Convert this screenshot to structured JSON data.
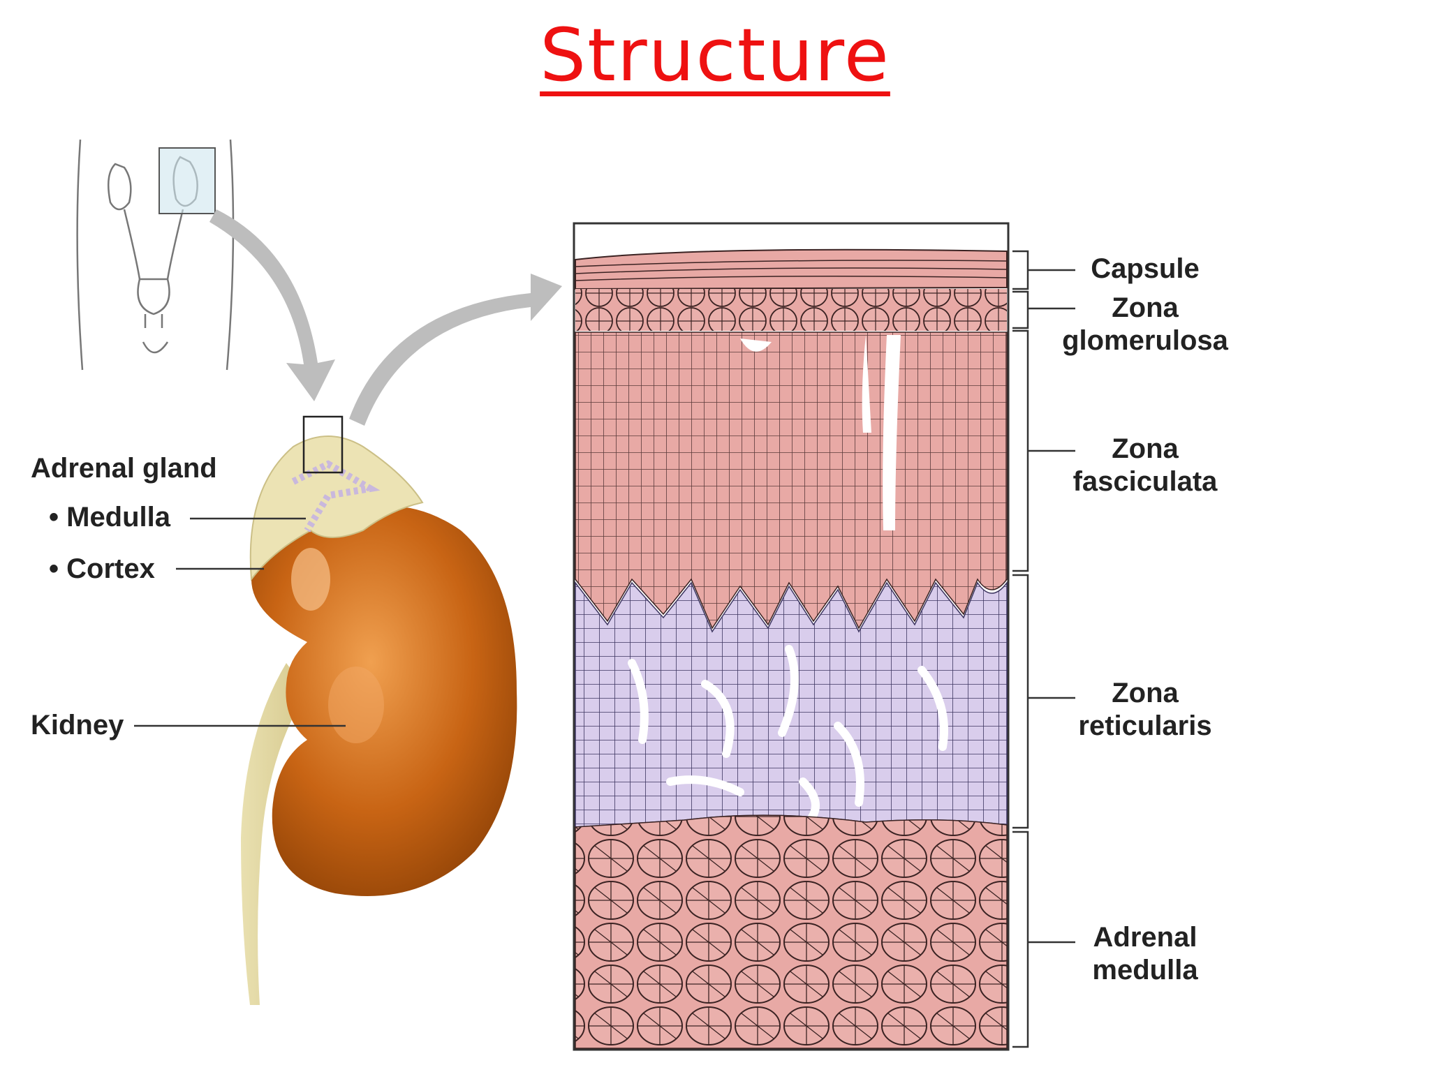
{
  "title": "Structure",
  "labels": {
    "adrenal_gland": "Adrenal gland",
    "medulla": "• Medulla",
    "cortex": "• Cortex",
    "kidney": "Kidney",
    "capsule": "Capsule",
    "zona_glomerulosa": [
      "Zona",
      "glomerulosa"
    ],
    "zona_fasciculata": [
      "Zona",
      "fasciculata"
    ],
    "zona_reticularis": [
      "Zona",
      "reticularis"
    ],
    "adrenal_medulla": [
      "Adrenal",
      "medulla"
    ]
  },
  "colors": {
    "title": "#ee1111",
    "kidney": "#c86414",
    "adrenal_cortex": "#ece3b4",
    "cortex_cells": "#e8a9a5",
    "reticularis_cells": "#d9cdec",
    "medulla_cells": "#e8a9a5",
    "arrow": "#bdbdbd"
  }
}
